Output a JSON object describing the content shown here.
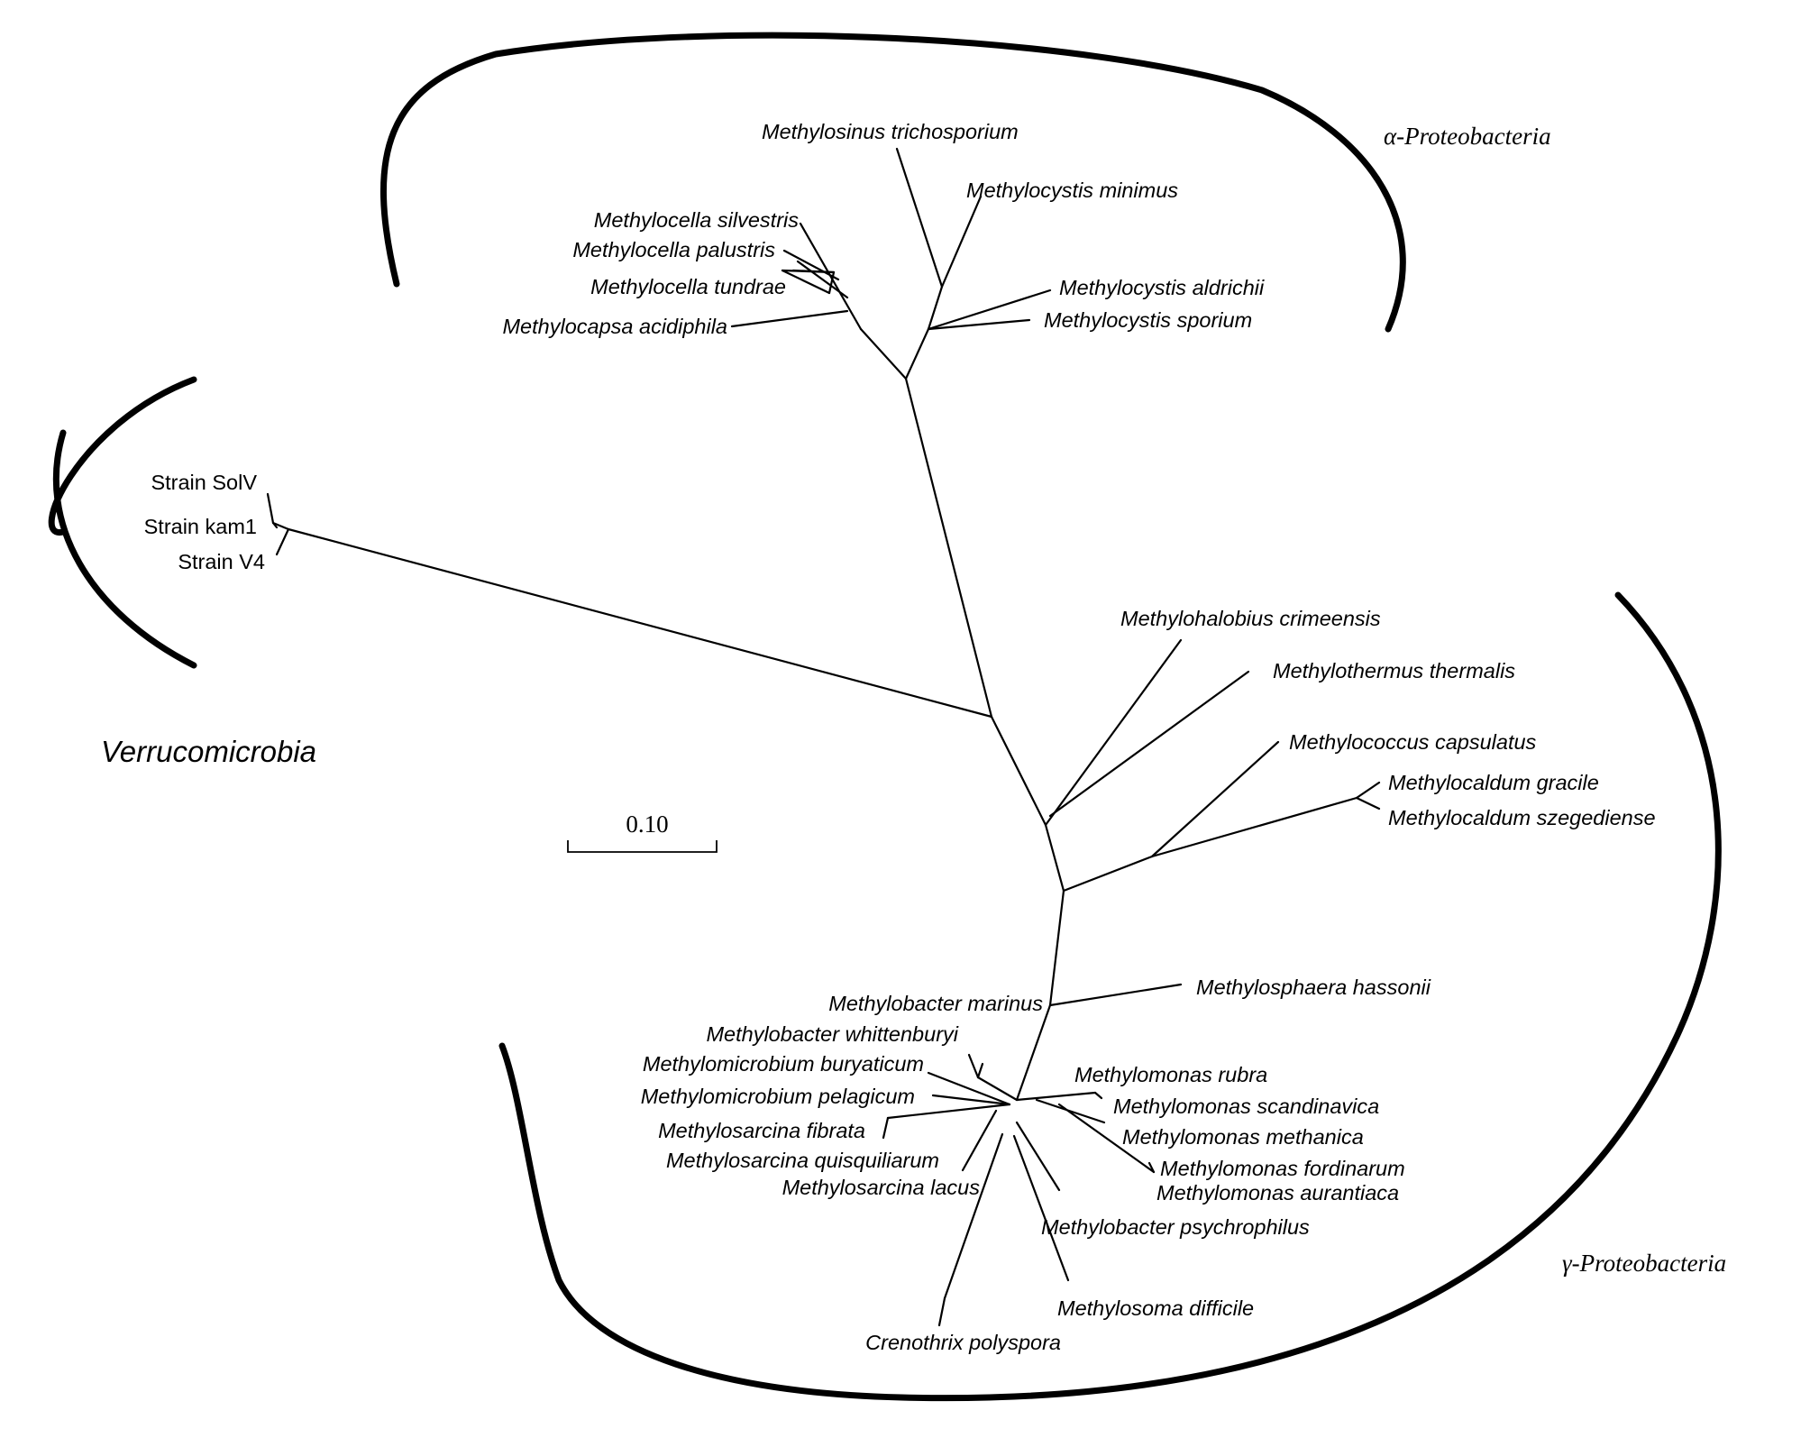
{
  "groups": {
    "alpha": "α-Proteobacteria",
    "gamma": "γ-Proteobacteria",
    "verruco": "Verrucomicrobia"
  },
  "scale_bar": {
    "label": "0.10"
  },
  "taxa": {
    "methylosinus_trichosporium": "Methylosinus trichosporium",
    "methylocystis_minimus": "Methylocystis minimus",
    "methylocella_silvestris": "Methylocella silvestris",
    "methylocella_palustris": "Methylocella palustris",
    "methylocella_tundrae": "Methylocella tundrae",
    "methylocapsa_acidiphila": "Methylocapsa acidiphila",
    "methylocystis_aldrichii": "Methylocystis aldrichii",
    "methylocystis_sporium": "Methylocystis sporium",
    "strain_solv": "Strain SolV",
    "strain_kam1": "Strain kam1",
    "strain_v4": "Strain V4",
    "methylohalobius_crimeensis": "Methylohalobius crimeensis",
    "methylothermus_thermalis": "Methylothermus thermalis",
    "methylococcus_capsulatus": "Methylococcus capsulatus",
    "methylocaldum_gracile": "Methylocaldum gracile",
    "methylocaldum_szegediense": "Methylocaldum szegediense",
    "methylosphaera_hassonii": "Methylosphaera hassonii",
    "methylobacter_marinus": "Methylobacter marinus",
    "methylobacter_whittenburyi": "Methylobacter whittenburyi",
    "methylomicrobium_buryaticum": "Methylomicrobium buryaticum",
    "methylomicrobium_pelagicum": "Methylomicrobium pelagicum",
    "methylosarcina_fibrata": "Methylosarcina fibrata",
    "methylosarcina_quisquiliarum": "Methylosarcina quisquiliarum",
    "methylosarcina_lacus": "Methylosarcina lacus",
    "methylomonas_rubra": "Methylomonas rubra",
    "methylomonas_scandinavica": "Methylomonas scandinavica",
    "methylomonas_methanica": "Methylomonas methanica",
    "methylomonas_fordinarum": "Methylomonas fordinarum",
    "methylomonas_aurantiaca": "Methylomonas aurantiaca",
    "methylobacter_psychrophilus": "Methylobacter psychrophilus",
    "methylosoma_difficile": "Methylosoma difficile",
    "crenothrix_polyspora": "Crenothrix polyspora"
  }
}
